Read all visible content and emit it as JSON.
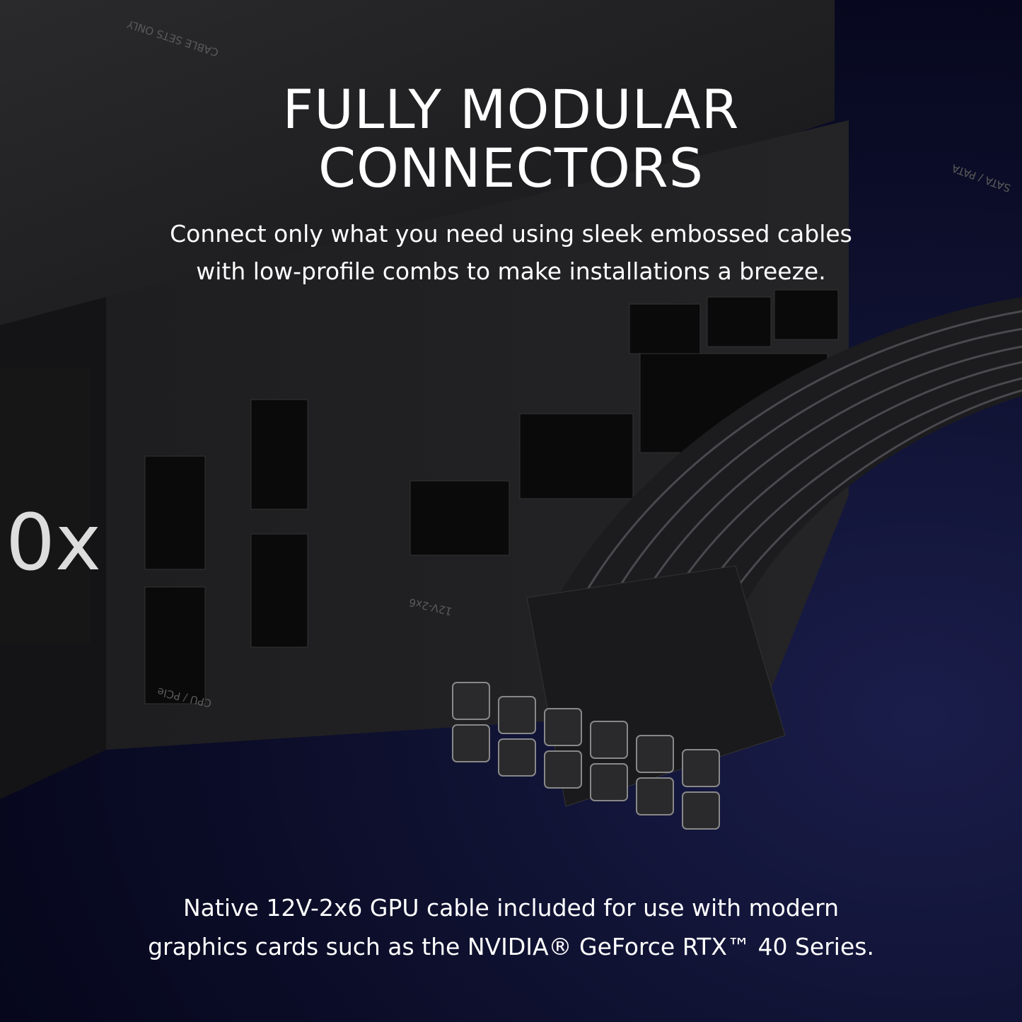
{
  "headline": {
    "line1": "FULLY MODULAR",
    "line2": "CONNECTORS"
  },
  "subheadline": {
    "line1": "Connect only what you need using sleek embossed cables",
    "line2": "with low-profile combs to make installations a breeze."
  },
  "footnote": {
    "line1": "Native 12V-2x6 GPU cable included for use with modern",
    "line2": "graphics cards such as the NVIDIA® GeForce RTX™ 40 Series."
  },
  "psu_labels": {
    "model_partial": "0x",
    "sata_pata": "SATA / PATA",
    "gpu_port": "12V-2x6",
    "cpu_pcie": "CPU / PCIe",
    "embossed": "CABLE SETS ONLY"
  },
  "colors": {
    "background": "#0d0f2c",
    "psu": "#1c1c1e",
    "text": "#ffffff"
  }
}
